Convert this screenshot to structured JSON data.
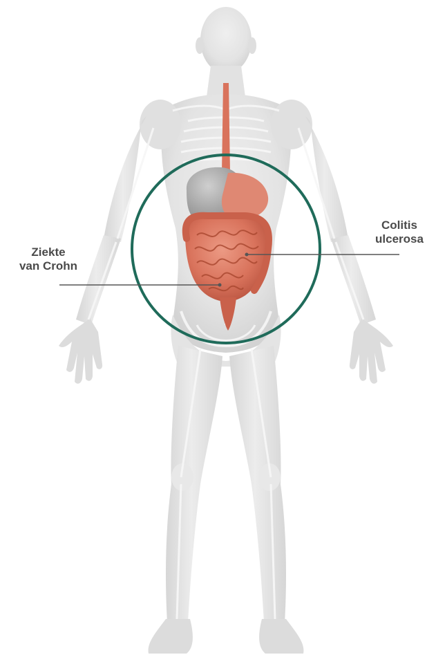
{
  "labels": {
    "crohn": {
      "line1": "Ziekte",
      "line2": "van Crohn"
    },
    "colitis": {
      "line1": "Colitis",
      "line2": "ulcerosa"
    }
  },
  "colors": {
    "background": "#ffffff",
    "body_fill": "#e7e7e7",
    "body_shade": "#d2d2d2",
    "skeleton": "#f6f6f6",
    "organ": "#d9735c",
    "organ_dark": "#b8533f",
    "stomach_gray": "#a7a7a7",
    "circle": "#1f6b5a",
    "pointer": "#555555",
    "label_text": "#4a4a4a"
  },
  "icons": {
    "figure": "human-body-figure",
    "digestive": "digestive-system-illustration"
  }
}
